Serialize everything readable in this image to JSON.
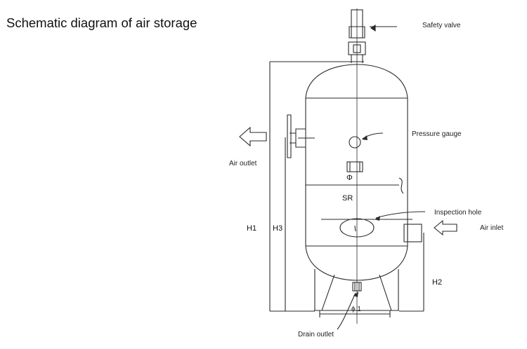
{
  "title": "Schematic diagram of air storage",
  "labels": {
    "safety_valve": "Safety valve",
    "pressure_gauge": "Pressure gauge",
    "air_outlet": "Air outlet",
    "inspection_hole": "Inspection hole",
    "air_inlet": "Air inlet",
    "drain_outlet": "Drain outlet",
    "sr": "SR",
    "phi": "Φ",
    "phi1": "ϕ 1",
    "h1": "H1",
    "h2": "H2",
    "h3": "H3"
  },
  "colors": {
    "line": "#2a2a2a",
    "text": "#222222"
  }
}
